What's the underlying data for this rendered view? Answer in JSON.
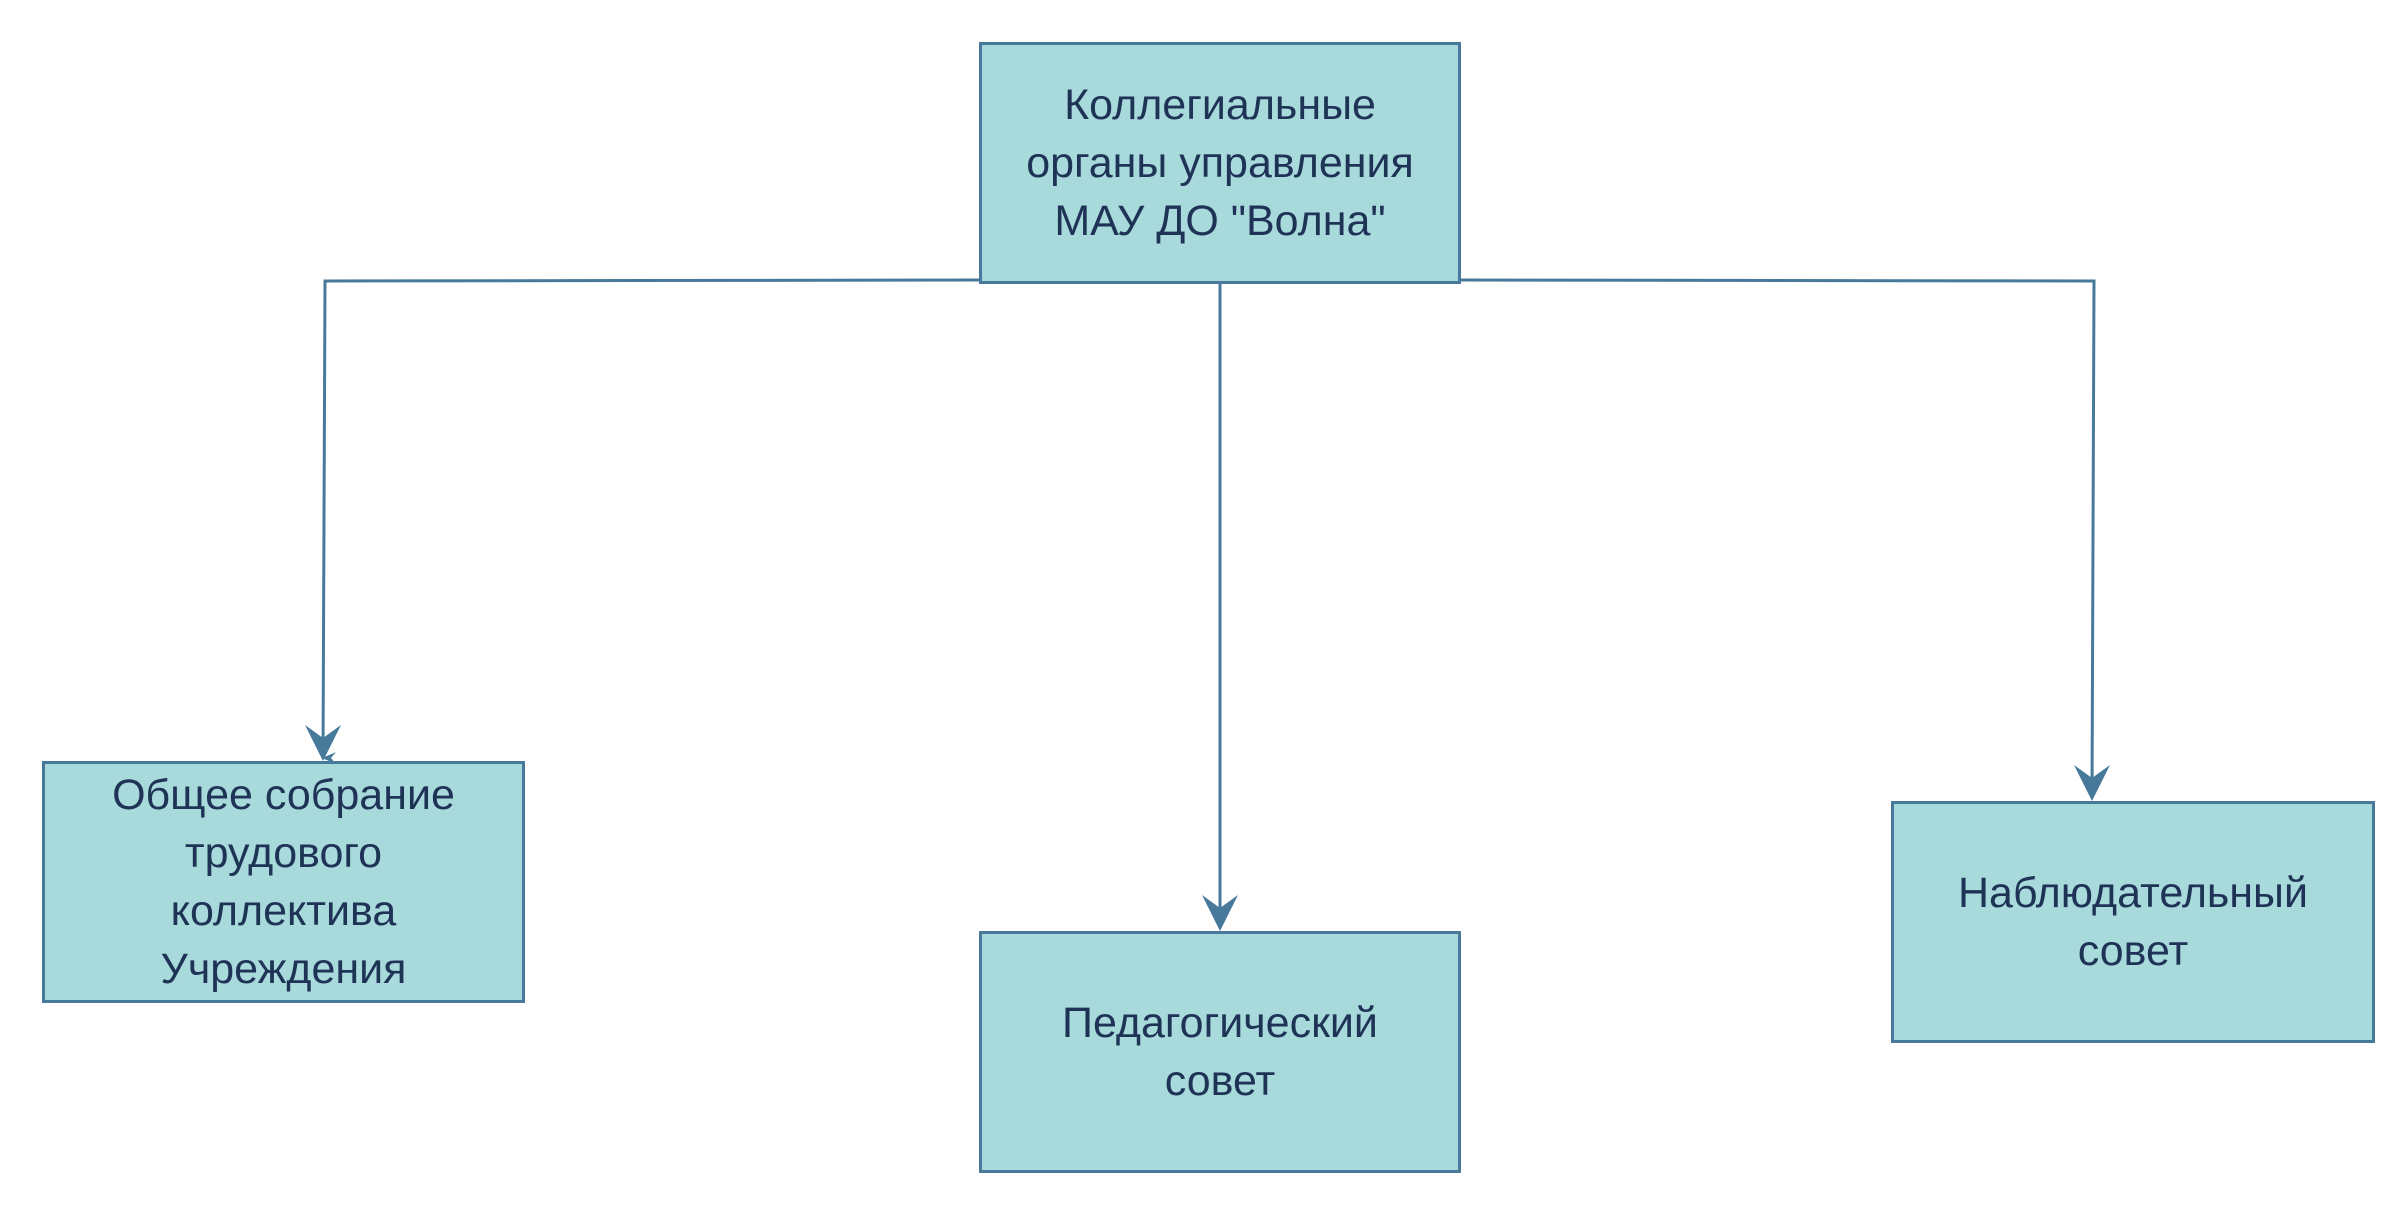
{
  "diagram": {
    "root": {
      "label": "Коллегиальные\nорганы управления\nМАУ ДО \"Волна\""
    },
    "children": [
      {
        "label": "Общее собрание\nтрудового\nколлектива\nУчреждения"
      },
      {
        "label": "Педагогический\nсовет"
      },
      {
        "label": "Наблюдательный\nсовет"
      }
    ],
    "colors": {
      "fill": "#a8d9db",
      "stroke": "#46799a",
      "text": "#1e3356"
    }
  }
}
